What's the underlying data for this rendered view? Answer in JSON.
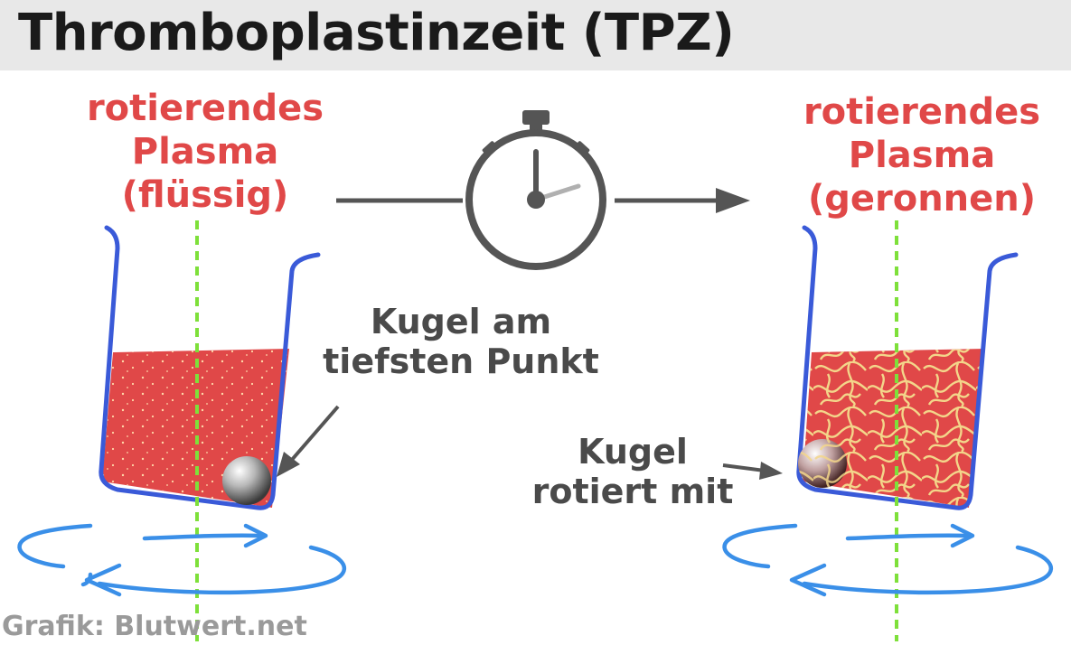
{
  "title": "Thromboplastinzeit (TPZ)",
  "left_label": {
    "line1": "rotierendes",
    "line2": "Plasma",
    "line3": "(flüssig)"
  },
  "right_label": {
    "line1": "rotierendes",
    "line2": "Plasma",
    "line3": "(geronnen)"
  },
  "left_note": {
    "line1": "Kugel am",
    "line2": "tiefsten Punkt"
  },
  "right_note": {
    "line1": "Kugel",
    "line2": "rotiert mit"
  },
  "credit": "Grafik: Blutwert.net",
  "colors": {
    "header_bg": "#e8e8e8",
    "label_red": "#e04848",
    "plasma_red": "#e04848",
    "beaker_blue": "#3a5ad8",
    "axis_green": "#7ee03a",
    "rotation_blue": "#3a8fe8",
    "note_gray": "#4a4a4a",
    "fibrin_yellow": "#f3d68a"
  },
  "icons": [
    "stopwatch-icon",
    "arrow-right-icon",
    "rotation-arrow-icon",
    "ball-icon"
  ]
}
